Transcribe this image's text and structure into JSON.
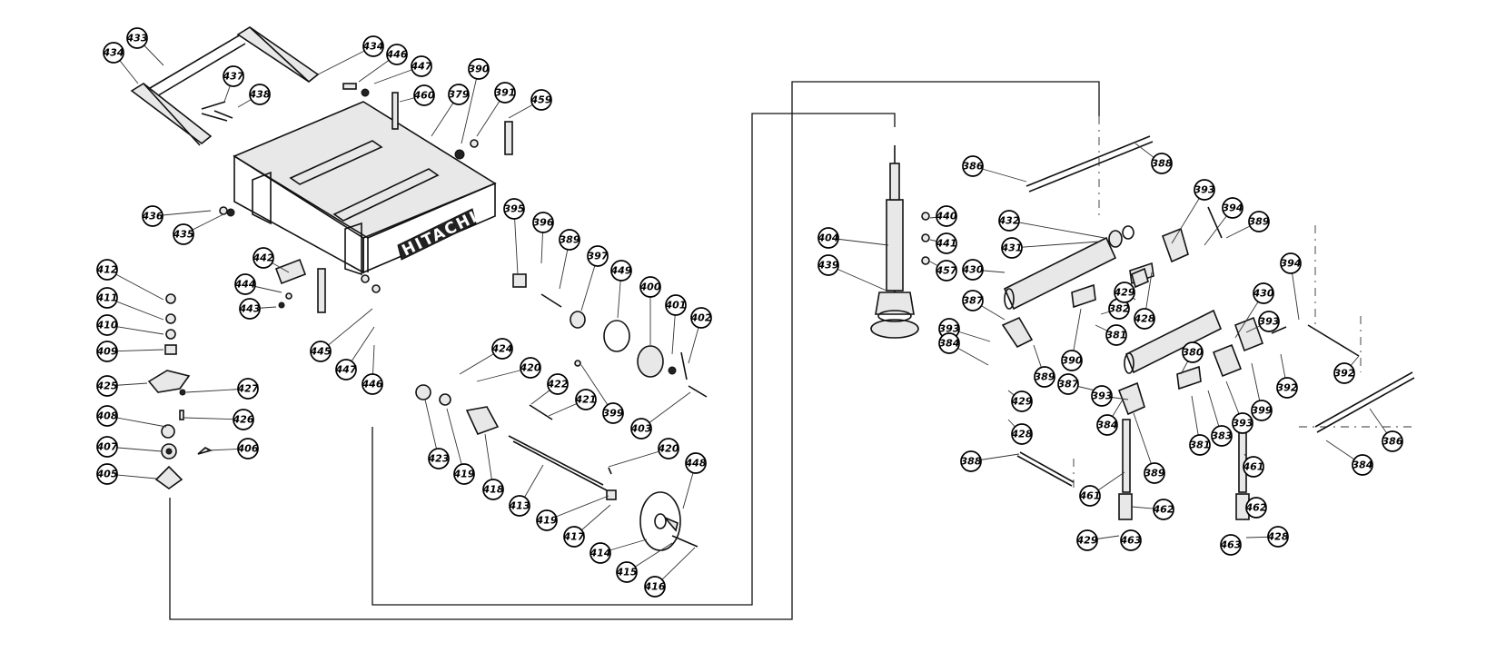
{
  "brand": "HITACHI",
  "callouts": [
    "434",
    "433",
    "434",
    "446",
    "447",
    "437",
    "438",
    "460",
    "379",
    "390",
    "391",
    "459",
    "436",
    "435",
    "395",
    "396",
    "389",
    "397",
    "449",
    "400",
    "401",
    "402",
    "412",
    "411",
    "410",
    "409",
    "425",
    "427",
    "408",
    "426",
    "407",
    "406",
    "405",
    "442",
    "444",
    "443",
    "445",
    "447",
    "446",
    "424",
    "420",
    "422",
    "421",
    "399",
    "403",
    "423",
    "419",
    "418",
    "413",
    "420",
    "448",
    "419",
    "417",
    "414",
    "415",
    "416",
    "404",
    "439",
    "440",
    "441",
    "457",
    "432",
    "431",
    "430",
    "386",
    "388",
    "393",
    "394",
    "389",
    "387",
    "393",
    "384",
    "389",
    "390",
    "382",
    "381",
    "429",
    "428",
    "430",
    "393",
    "394",
    "429",
    "428",
    "388",
    "384",
    "393",
    "387",
    "389",
    "380",
    "381",
    "392",
    "393",
    "383",
    "399",
    "392",
    "384",
    "386",
    "461",
    "462",
    "429",
    "463",
    "461",
    "462",
    "463",
    "428"
  ]
}
